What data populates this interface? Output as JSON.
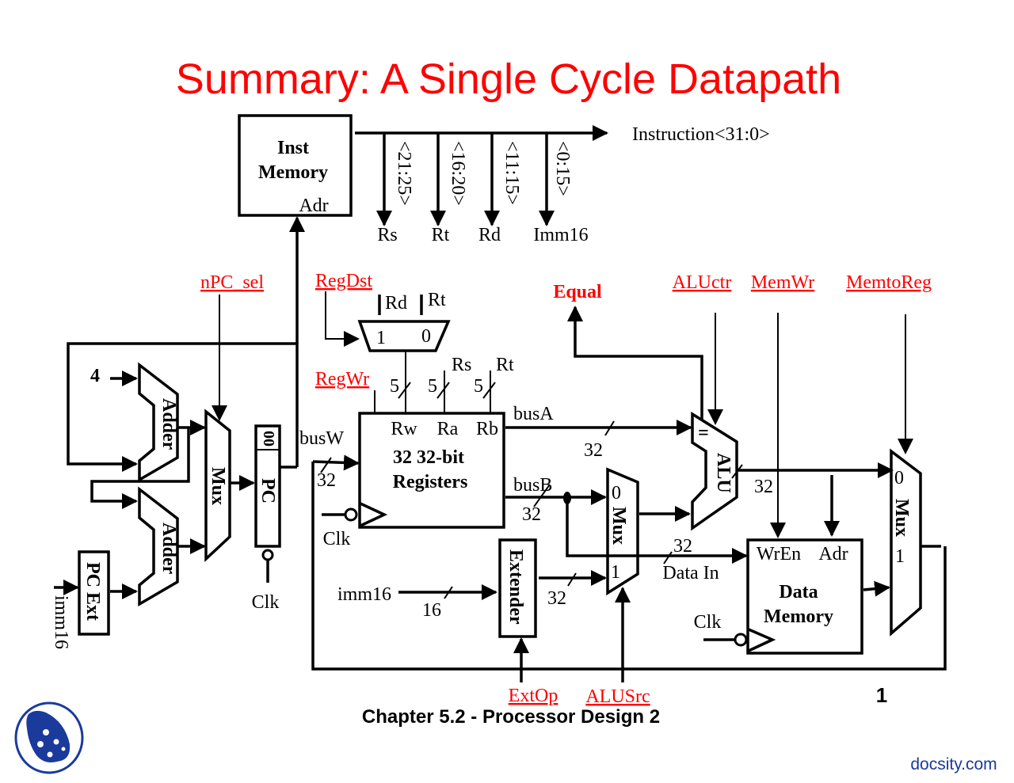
{
  "title": "Summary: A Single Cycle Datapath",
  "footer": {
    "chapter": "Chapter 5.2 - Processor Design 2",
    "page": "1",
    "brand": "docsity.com"
  },
  "colors": {
    "title": "#ff0000",
    "control": "#ff0000",
    "brand": "#1a3a9c"
  },
  "inst_memory": {
    "line1": "Inst",
    "line2": "Memory",
    "port": "Adr",
    "output": "Instruction<31:0>"
  },
  "fields": [
    {
      "bits": "<21:25>",
      "name": "Rs"
    },
    {
      "bits": "<16:20>",
      "name": "Rt"
    },
    {
      "bits": "<11:15>",
      "name": "Rd"
    },
    {
      "bits": "<0:15>",
      "name": "Imm16"
    }
  ],
  "controls": {
    "npc_sel": "nPC_sel",
    "regdst": "RegDst",
    "regwr": "RegWr",
    "equal": "Equal",
    "aluctr": "ALUctr",
    "memwr": "MemWr",
    "memtoreg": "MemtoReg",
    "extop": "ExtOp",
    "alusrc": "ALUSrc"
  },
  "pc_logic": {
    "const4": "4",
    "adder": "Adder",
    "mux": "Mux",
    "pc": "PC",
    "pc_bits": "00",
    "clk": "Clk",
    "pcext": "PC Ext",
    "imm16": "imm16"
  },
  "regdst_mux": {
    "in1": "Rd",
    "in0": "Rt",
    "label1": "1",
    "label0": "0"
  },
  "registers": {
    "line1": "32 32-bit",
    "line2": "Registers",
    "rw": "Rw",
    "ra": "Ra",
    "rb": "Rb",
    "rs": "Rs",
    "rt": "Rt",
    "width5": "5",
    "busw": "busW",
    "busw_w": "32",
    "clk": "Clk"
  },
  "buses": {
    "busa": "busA",
    "busb": "busB",
    "w32": "32"
  },
  "extender": {
    "label": "Extender",
    "in": "imm16",
    "in_w": "16",
    "out_w": "32"
  },
  "alusrc_mux": {
    "label": "Mux",
    "in0": "0",
    "in1": "1"
  },
  "alu": {
    "label": "ALU",
    "eq": "=",
    "out_w": "32"
  },
  "data_memory": {
    "line1": "Data",
    "line2": "Memory",
    "wren": "WrEn",
    "adr": "Adr",
    "datain": "Data In",
    "datain_w": "32",
    "clk": "Clk"
  },
  "memtoreg_mux": {
    "label": "Mux",
    "in0": "0",
    "in1": "1"
  }
}
